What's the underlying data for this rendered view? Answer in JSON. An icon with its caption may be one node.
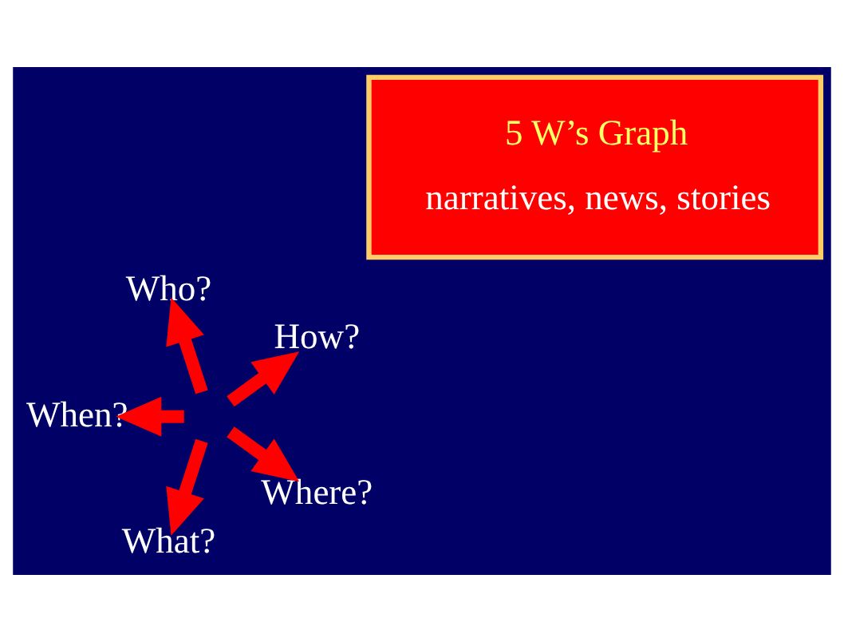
{
  "diagram": {
    "nodes": [
      {
        "text": [
          "How?"
        ]
      },
      {
        "text": [
          "Who?"
        ]
      },
      {
        "text": [
          "When?"
        ]
      },
      {
        "text": [
          "What?"
        ]
      },
      {
        "text": [
          "Where?"
        ]
      },
      {
        "text": [
          "5 W’s Graph",
          "narratives, news, stories"
        ]
      }
    ],
    "edges": [
      {
        "from": null,
        "to": 0,
        "arrow": "to"
      },
      {
        "from": null,
        "to": 1,
        "arrow": "to"
      },
      {
        "from": null,
        "to": 2,
        "arrow": "to"
      },
      {
        "from": null,
        "to": 3,
        "arrow": "to"
      },
      {
        "from": null,
        "to": 4,
        "arrow": "to"
      }
    ]
  }
}
